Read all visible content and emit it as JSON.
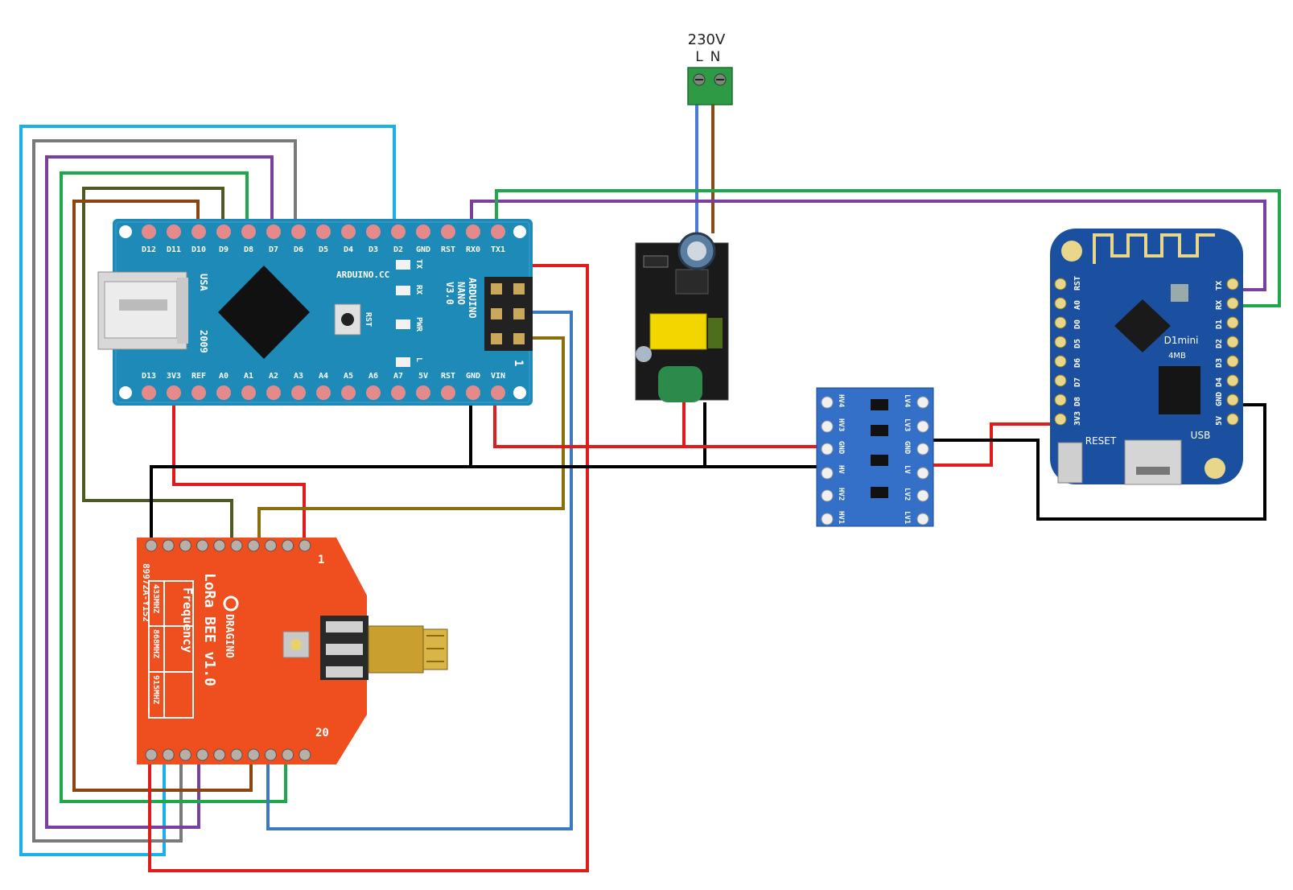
{
  "power_input": {
    "voltage": "230V",
    "line": "L",
    "neutral": "N"
  },
  "arduino_nano": {
    "top_pins": [
      "D12",
      "D11",
      "D10",
      "D9",
      "D8",
      "D7",
      "D6",
      "D5",
      "D4",
      "D3",
      "D2",
      "GND",
      "RST",
      "RX0",
      "TX1"
    ],
    "bottom_pins": [
      "D13",
      "3V3",
      "REF",
      "A0",
      "A1",
      "A2",
      "A3",
      "A4",
      "A5",
      "A6",
      "A7",
      "5V",
      "RST",
      "GND",
      "VIN"
    ],
    "brand": "ARDUINO.CC",
    "model_line1": "ARDUINO",
    "model_line2": "NANO",
    "version": "V3.0",
    "usa": "USA",
    "year": "2009",
    "rst": "RST",
    "led_labels": [
      "TX",
      "RX",
      "PWR",
      "L"
    ],
    "icsp_pin": "1"
  },
  "level_shifter": {
    "left_pins": [
      "HV4",
      "HV3",
      "GND",
      "HV",
      "HV2",
      "HV1"
    ],
    "right_pins": [
      "LV4",
      "LV3",
      "GND",
      "LV",
      "LV2",
      "LV1"
    ]
  },
  "wemos_d1_mini": {
    "left_pins": [
      "RST",
      "A0",
      "D0",
      "D5",
      "D6",
      "D7",
      "D8",
      "3V3"
    ],
    "right_pins": [
      "TX",
      "RX",
      "D1",
      "D2",
      "D3",
      "D4",
      "GND",
      "5V"
    ],
    "name": "D1mini",
    "flash": "4MB",
    "reset_label": "RESET",
    "usb_label": "USB"
  },
  "lora_bee": {
    "title": "LoRa BEE v1.0",
    "brand": "DRAGINO",
    "frequency_label": "Frequency",
    "frequencies": [
      "433MHZ",
      "868MHZ",
      "915MHZ"
    ],
    "part_code": "89972A-Y152",
    "pin1": "1",
    "pin20": "20"
  },
  "wire_colors": {
    "light_blue": "#1ab0e8",
    "gray": "#7a7a7a",
    "purple": "#7b3fa0",
    "green": "#1fa84a",
    "dark_olive": "#4d5a26",
    "brown": "#8b4513",
    "red": "#e01b1b",
    "black": "#000000",
    "blue": "#3d78c2",
    "olive": "#8a6d0c",
    "mains_blue": "#4a7bd6",
    "mains_brown": "#8b4a1c"
  }
}
